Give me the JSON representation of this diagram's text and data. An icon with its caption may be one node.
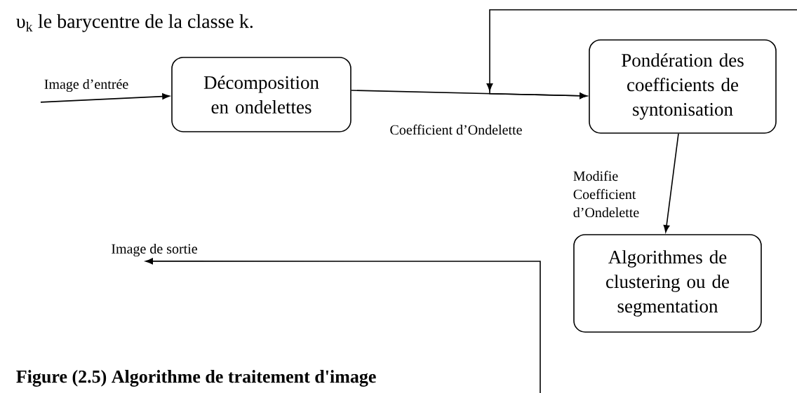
{
  "diagram": {
    "caption": "Figure (2.5) Algorithme de traitement d'image",
    "labels": [
      "υ$_{k}$ le barycentre de la classe k."
    ],
    "nodes": [
      {
        "text": [
          "Image d’entrée"
        ]
      },
      {
        "text": [
          "Décomposition en ondelettes"
        ]
      },
      {
        "text": [
          "Pondération des coefficients de syntonisation"
        ]
      },
      {
        "text": [
          "Algorithmes de clustering ou de segmentation"
        ]
      },
      {
        "text": [
          "Image de sortie"
        ]
      }
    ],
    "edges": [
      {
        "from": 0,
        "to": 1,
        "arrow": "to"
      },
      {
        "from": 1,
        "to": 2,
        "arrow": "to",
        "label": "Coefficient d’Ondelette"
      },
      {
        "from": null,
        "to": 2,
        "arrow": "to"
      },
      {
        "from": 2,
        "to": 3,
        "arrow": "to",
        "label": "Modifie Coefficient d’Ondelette"
      },
      {
        "from": null,
        "to": 4,
        "arrow": "to"
      }
    ]
  }
}
